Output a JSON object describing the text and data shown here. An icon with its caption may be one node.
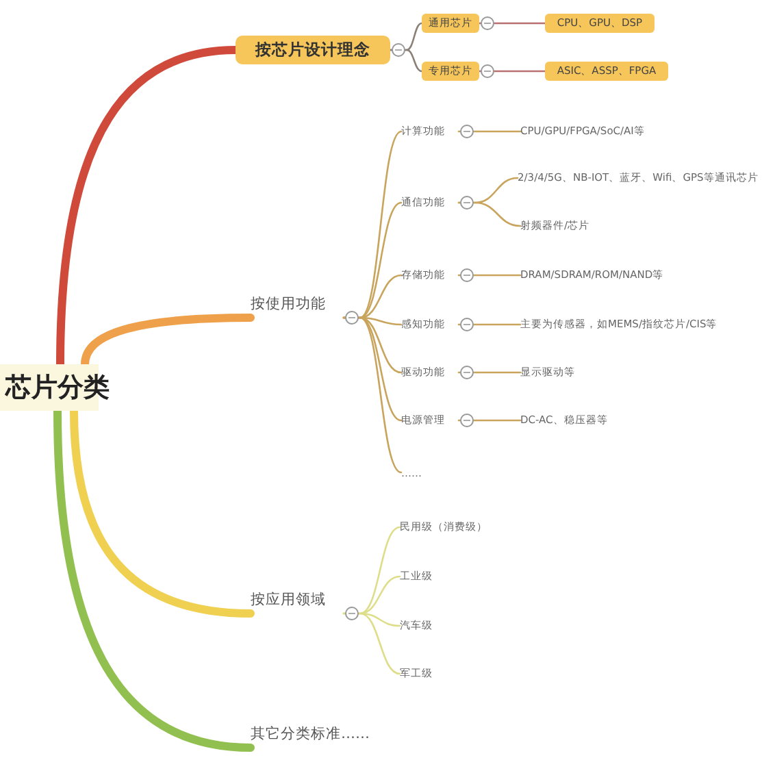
{
  "diagram": {
    "nodes": [
      {
        "text": [
          "芯片分类"
        ]
      },
      {
        "text": [
          "按芯片设计理念"
        ]
      },
      {
        "text": [
          "通用芯片"
        ]
      },
      {
        "text": [
          "CPU、GPU、DSP"
        ]
      },
      {
        "text": [
          "专用芯片"
        ]
      },
      {
        "text": [
          "ASIC、ASSP、FPGA"
        ]
      },
      {
        "text": [
          "按使用功能"
        ]
      },
      {
        "text": [
          "计算功能"
        ]
      },
      {
        "text": [
          "CPU/GPU/FPGA/SoC/AI等"
        ]
      },
      {
        "text": [
          "通信功能"
        ]
      },
      {
        "text": [
          "2/3/4/5G、NB-IOT、蓝牙、Wifi、GPS等通讯芯片"
        ]
      },
      {
        "text": [
          "射频器件/芯片"
        ]
      },
      {
        "text": [
          "存储功能"
        ]
      },
      {
        "text": [
          "DRAM/SDRAM/ROM/NAND等"
        ]
      },
      {
        "text": [
          "感知功能"
        ]
      },
      {
        "text": [
          "主要为传感器，如MEMS/指纹芯片/CIS等"
        ]
      },
      {
        "text": [
          "驱动功能"
        ]
      },
      {
        "text": [
          "显示驱动等"
        ]
      },
      {
        "text": [
          "电源管理"
        ]
      },
      {
        "text": [
          "DC-AC、稳压器等"
        ]
      },
      {
        "text": [
          "……"
        ]
      },
      {
        "text": [
          "按应用领域"
        ]
      },
      {
        "text": [
          "民用级（消费级）"
        ]
      },
      {
        "text": [
          "工业级"
        ]
      },
      {
        "text": [
          "汽车级"
        ]
      },
      {
        "text": [
          "军工级"
        ]
      },
      {
        "text": [
          "其它分类标准……"
        ]
      }
    ],
    "edges": [
      {
        "from": 0,
        "to": 1,
        "arrow": "none",
        "style": "thick",
        "color": "#d04a3c"
      },
      {
        "from": 0,
        "to": 6,
        "arrow": "none",
        "style": "thick",
        "color": "#eea04a"
      },
      {
        "from": 0,
        "to": 21,
        "arrow": "none",
        "style": "thick",
        "color": "#f0d050"
      },
      {
        "from": 0,
        "to": 26,
        "arrow": "none",
        "style": "thick",
        "color": "#92c050"
      },
      {
        "from": 1,
        "to": 2,
        "arrow": "none",
        "color": "#8a8078"
      },
      {
        "from": 1,
        "to": 4,
        "arrow": "none",
        "color": "#8a8078"
      },
      {
        "from": 2,
        "to": 3,
        "arrow": "none",
        "color": "#b87070"
      },
      {
        "from": 4,
        "to": 5,
        "arrow": "none",
        "color": "#b87070"
      },
      {
        "from": 6,
        "to": 7,
        "arrow": "none"
      },
      {
        "from": 6,
        "to": 9,
        "arrow": "none"
      },
      {
        "from": 6,
        "to": 12,
        "arrow": "none"
      },
      {
        "from": 6,
        "to": 14,
        "arrow": "none"
      },
      {
        "from": 6,
        "to": 16,
        "arrow": "none"
      },
      {
        "from": 6,
        "to": 18,
        "arrow": "none"
      },
      {
        "from": 6,
        "to": 20,
        "arrow": "none"
      },
      {
        "from": 7,
        "to": 8,
        "arrow": "none"
      },
      {
        "from": 9,
        "to": 10,
        "arrow": "none"
      },
      {
        "from": 9,
        "to": 11,
        "arrow": "none"
      },
      {
        "from": 12,
        "to": 13,
        "arrow": "none"
      },
      {
        "from": 14,
        "to": 15,
        "arrow": "none"
      },
      {
        "from": 16,
        "to": 17,
        "arrow": "none"
      },
      {
        "from": 18,
        "to": 19,
        "arrow": "none"
      },
      {
        "from": 21,
        "to": 22,
        "arrow": "none",
        "color": "#dede8a"
      },
      {
        "from": 21,
        "to": 23,
        "arrow": "none",
        "color": "#dede8a"
      },
      {
        "from": 21,
        "to": 24,
        "arrow": "none",
        "color": "#dede8a"
      },
      {
        "from": 21,
        "to": 25,
        "arrow": "none",
        "color": "#dede8a"
      }
    ]
  }
}
